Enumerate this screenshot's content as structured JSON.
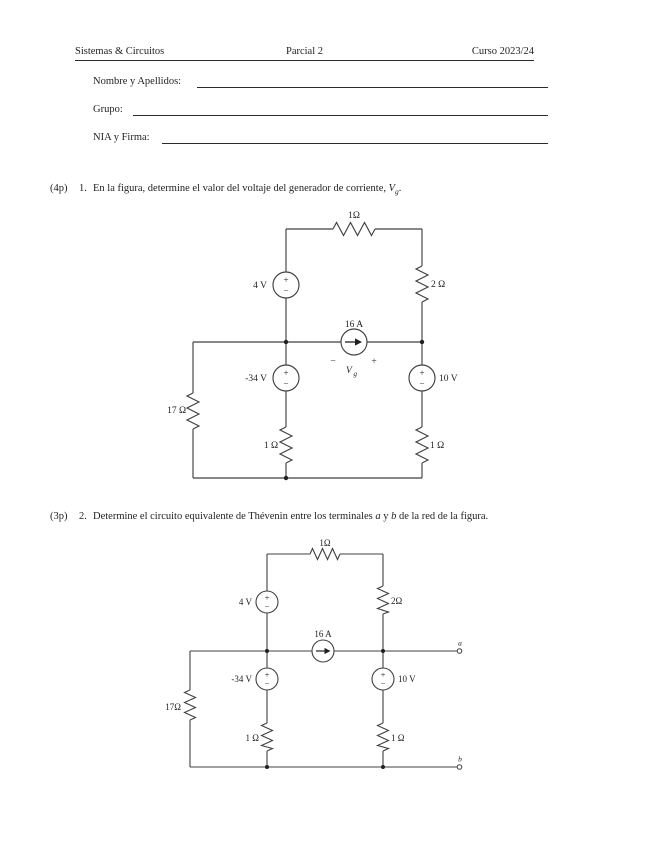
{
  "header": {
    "left": "Sistemas & Circuitos",
    "center": "Parcial 2",
    "right": "Curso 2023/24"
  },
  "form": {
    "name_label": "Nombre y Apellidos:",
    "group_label": "Grupo:",
    "nia_label": "NIA y Firma:"
  },
  "questions": {
    "q1": {
      "points": "(4p)",
      "number": "1.",
      "text": "En la figura, determine el valor del voltaje del generador de corriente, ",
      "vg_main": "V",
      "vg_sub": "g",
      "suffix": "."
    },
    "q2": {
      "points": "(3p)",
      "number": "2.",
      "text_before": "Determine el circuito equivalente de Thévenin entre los terminales ",
      "term_a": "a",
      "conj": " y ",
      "term_b": "b",
      "text_after": " de la red de la figura."
    }
  },
  "symbols": {
    "plus": "+",
    "minus": "−"
  },
  "circuit1": {
    "r_top": "1Ω",
    "v_left": "4 V",
    "r_right": "2 Ω",
    "i_label": "16 A",
    "vg_main": "V",
    "vg_sub": "g",
    "v_mid": "-34 V",
    "v_right": "10 V",
    "r_left": "17 Ω",
    "r_mid": "1 Ω",
    "r_right_b": "1 Ω"
  },
  "circuit2": {
    "r_top": "1Ω",
    "v_left": "4 V",
    "r_right": "2Ω",
    "i_label": "16 A",
    "v_mid": "-34 V",
    "v_right": "10 V",
    "r_left": "17Ω",
    "r_mid": "1 Ω",
    "r_right_b": "1 Ω",
    "terminal_a": "a",
    "terminal_b": "b"
  }
}
